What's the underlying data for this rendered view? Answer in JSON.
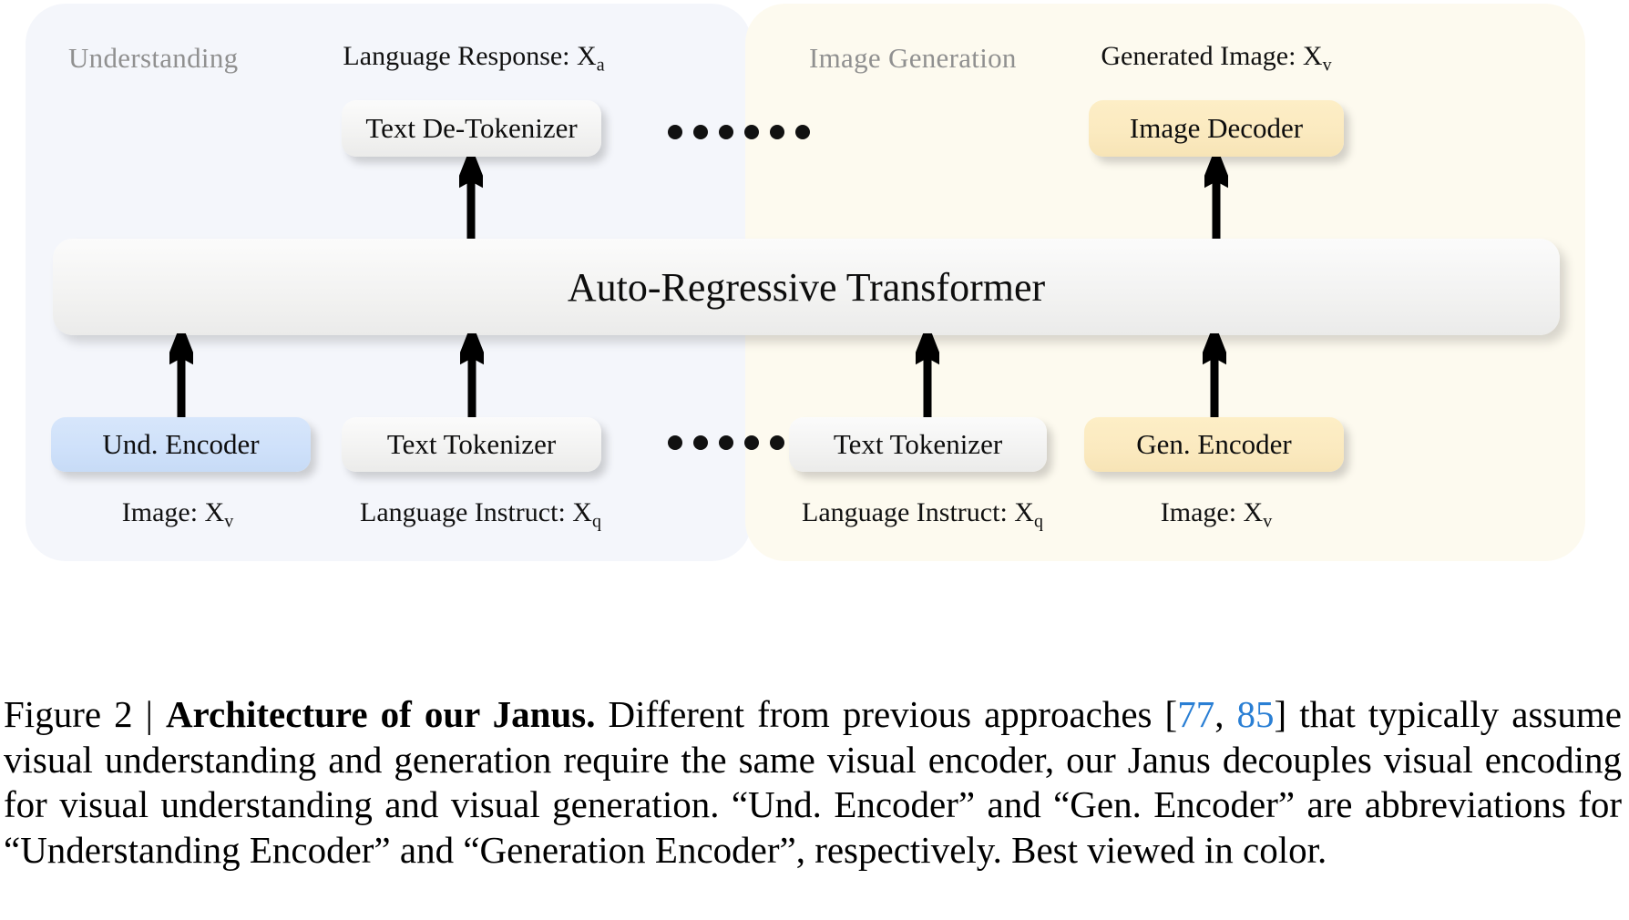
{
  "figure": {
    "panels": [
      {
        "id": "understanding",
        "title": "Understanding",
        "color": "#f4f6fb"
      },
      {
        "id": "generation",
        "title": "Image Generation",
        "color": "#fdfaef"
      }
    ],
    "io_labels": {
      "language_response": {
        "text": "Language Response: X",
        "sub": "a"
      },
      "generated_image": {
        "text": "Generated Image: X",
        "sub": "v"
      },
      "image_left": {
        "text": "Image: X",
        "sub": "v"
      },
      "language_instruct_left": {
        "text": "Language Instruct: X",
        "sub": "q"
      },
      "language_instruct_right": {
        "text": "Language Instruct: X",
        "sub": "q"
      },
      "image_right": {
        "text": "Image: X",
        "sub": "v"
      }
    },
    "nodes": {
      "text_detokenizer": {
        "label": "Text De-Tokenizer",
        "color": "#f3f3f2"
      },
      "image_decoder": {
        "label": "Image Decoder",
        "color": "#fbeac0"
      },
      "transformer": {
        "label": "Auto-Regressive Transformer",
        "color": "#f2f2f1"
      },
      "und_encoder": {
        "label": "Und. Encoder",
        "color": "#cfe1fa"
      },
      "text_tokenizer_left": {
        "label": "Text Tokenizer",
        "color": "#f3f3f2"
      },
      "text_tokenizer_right": {
        "label": "Text Tokenizer",
        "color": "#f3f3f2"
      },
      "gen_encoder": {
        "label": "Gen. Encoder",
        "color": "#fbeac0"
      }
    },
    "ellipsis": {
      "dot_count": 6,
      "color": "#111111"
    },
    "arrow_color": "#000000"
  },
  "caption": {
    "prefix": "Figure 2 | ",
    "bold_title": "Architecture of our Janus.",
    "body_1": " Different from previous approaches [",
    "citation_1": "77",
    "citation_sep": ", ",
    "citation_2": "85",
    "body_2": "] that typically assume visual understanding and generation require the same visual encoder, our Janus decouples visual encoding for visual understanding and visual generation. “Und. Encoder” and “Gen. Encoder” are abbreviations for “Understanding Encoder” and “Generation Encoder”, respectively. Best viewed in color.",
    "citation_color": "#2a7fd4"
  }
}
